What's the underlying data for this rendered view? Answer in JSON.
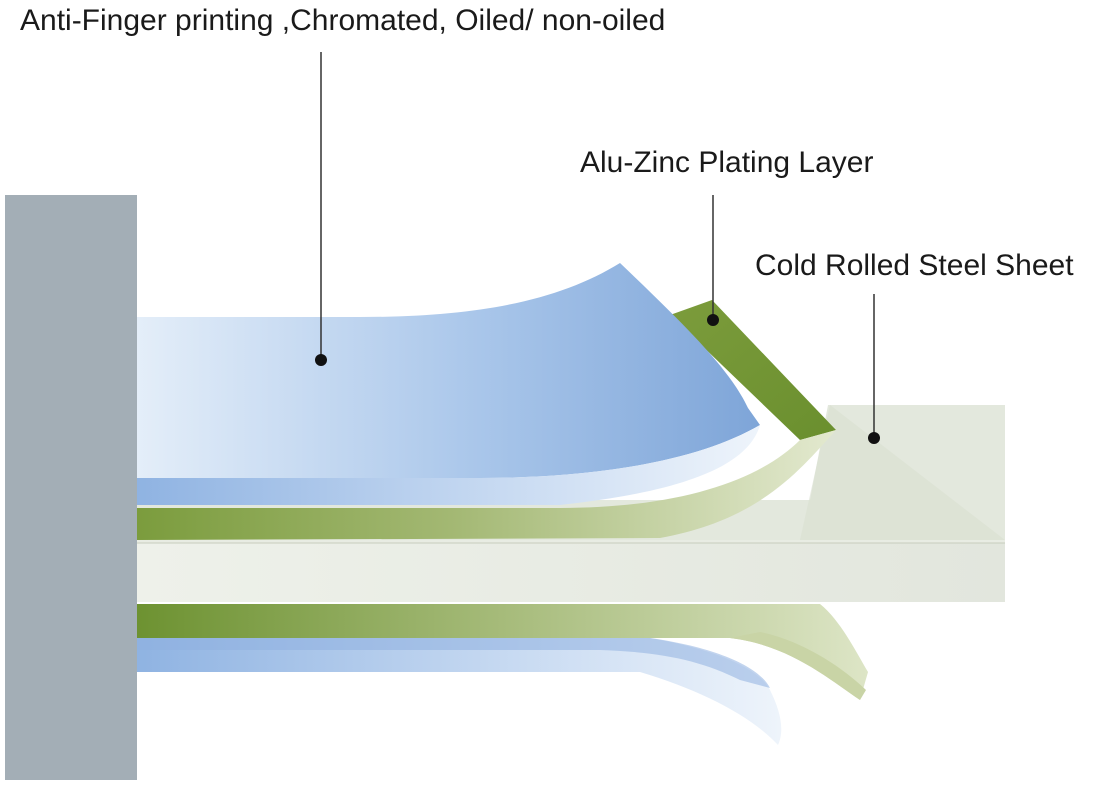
{
  "diagram": {
    "labels": {
      "coating": "Anti-Finger printing ,Chromated, Oiled/ non-oiled",
      "alu_zinc": "Alu-Zinc Plating Layer",
      "steel": "Cold Rolled Steel Sheet"
    },
    "colors": {
      "clamp": "#a3aeb6",
      "coating_blue_light": "#d9e6f6",
      "coating_blue_dark": "#7fa6d8",
      "alu_zinc_green": "#6f9433",
      "alu_zinc_light": "#d9e2bf",
      "steel_face": "#e8ece3",
      "steel_top": "#d4dacc",
      "leader_line": "#333333"
    }
  }
}
